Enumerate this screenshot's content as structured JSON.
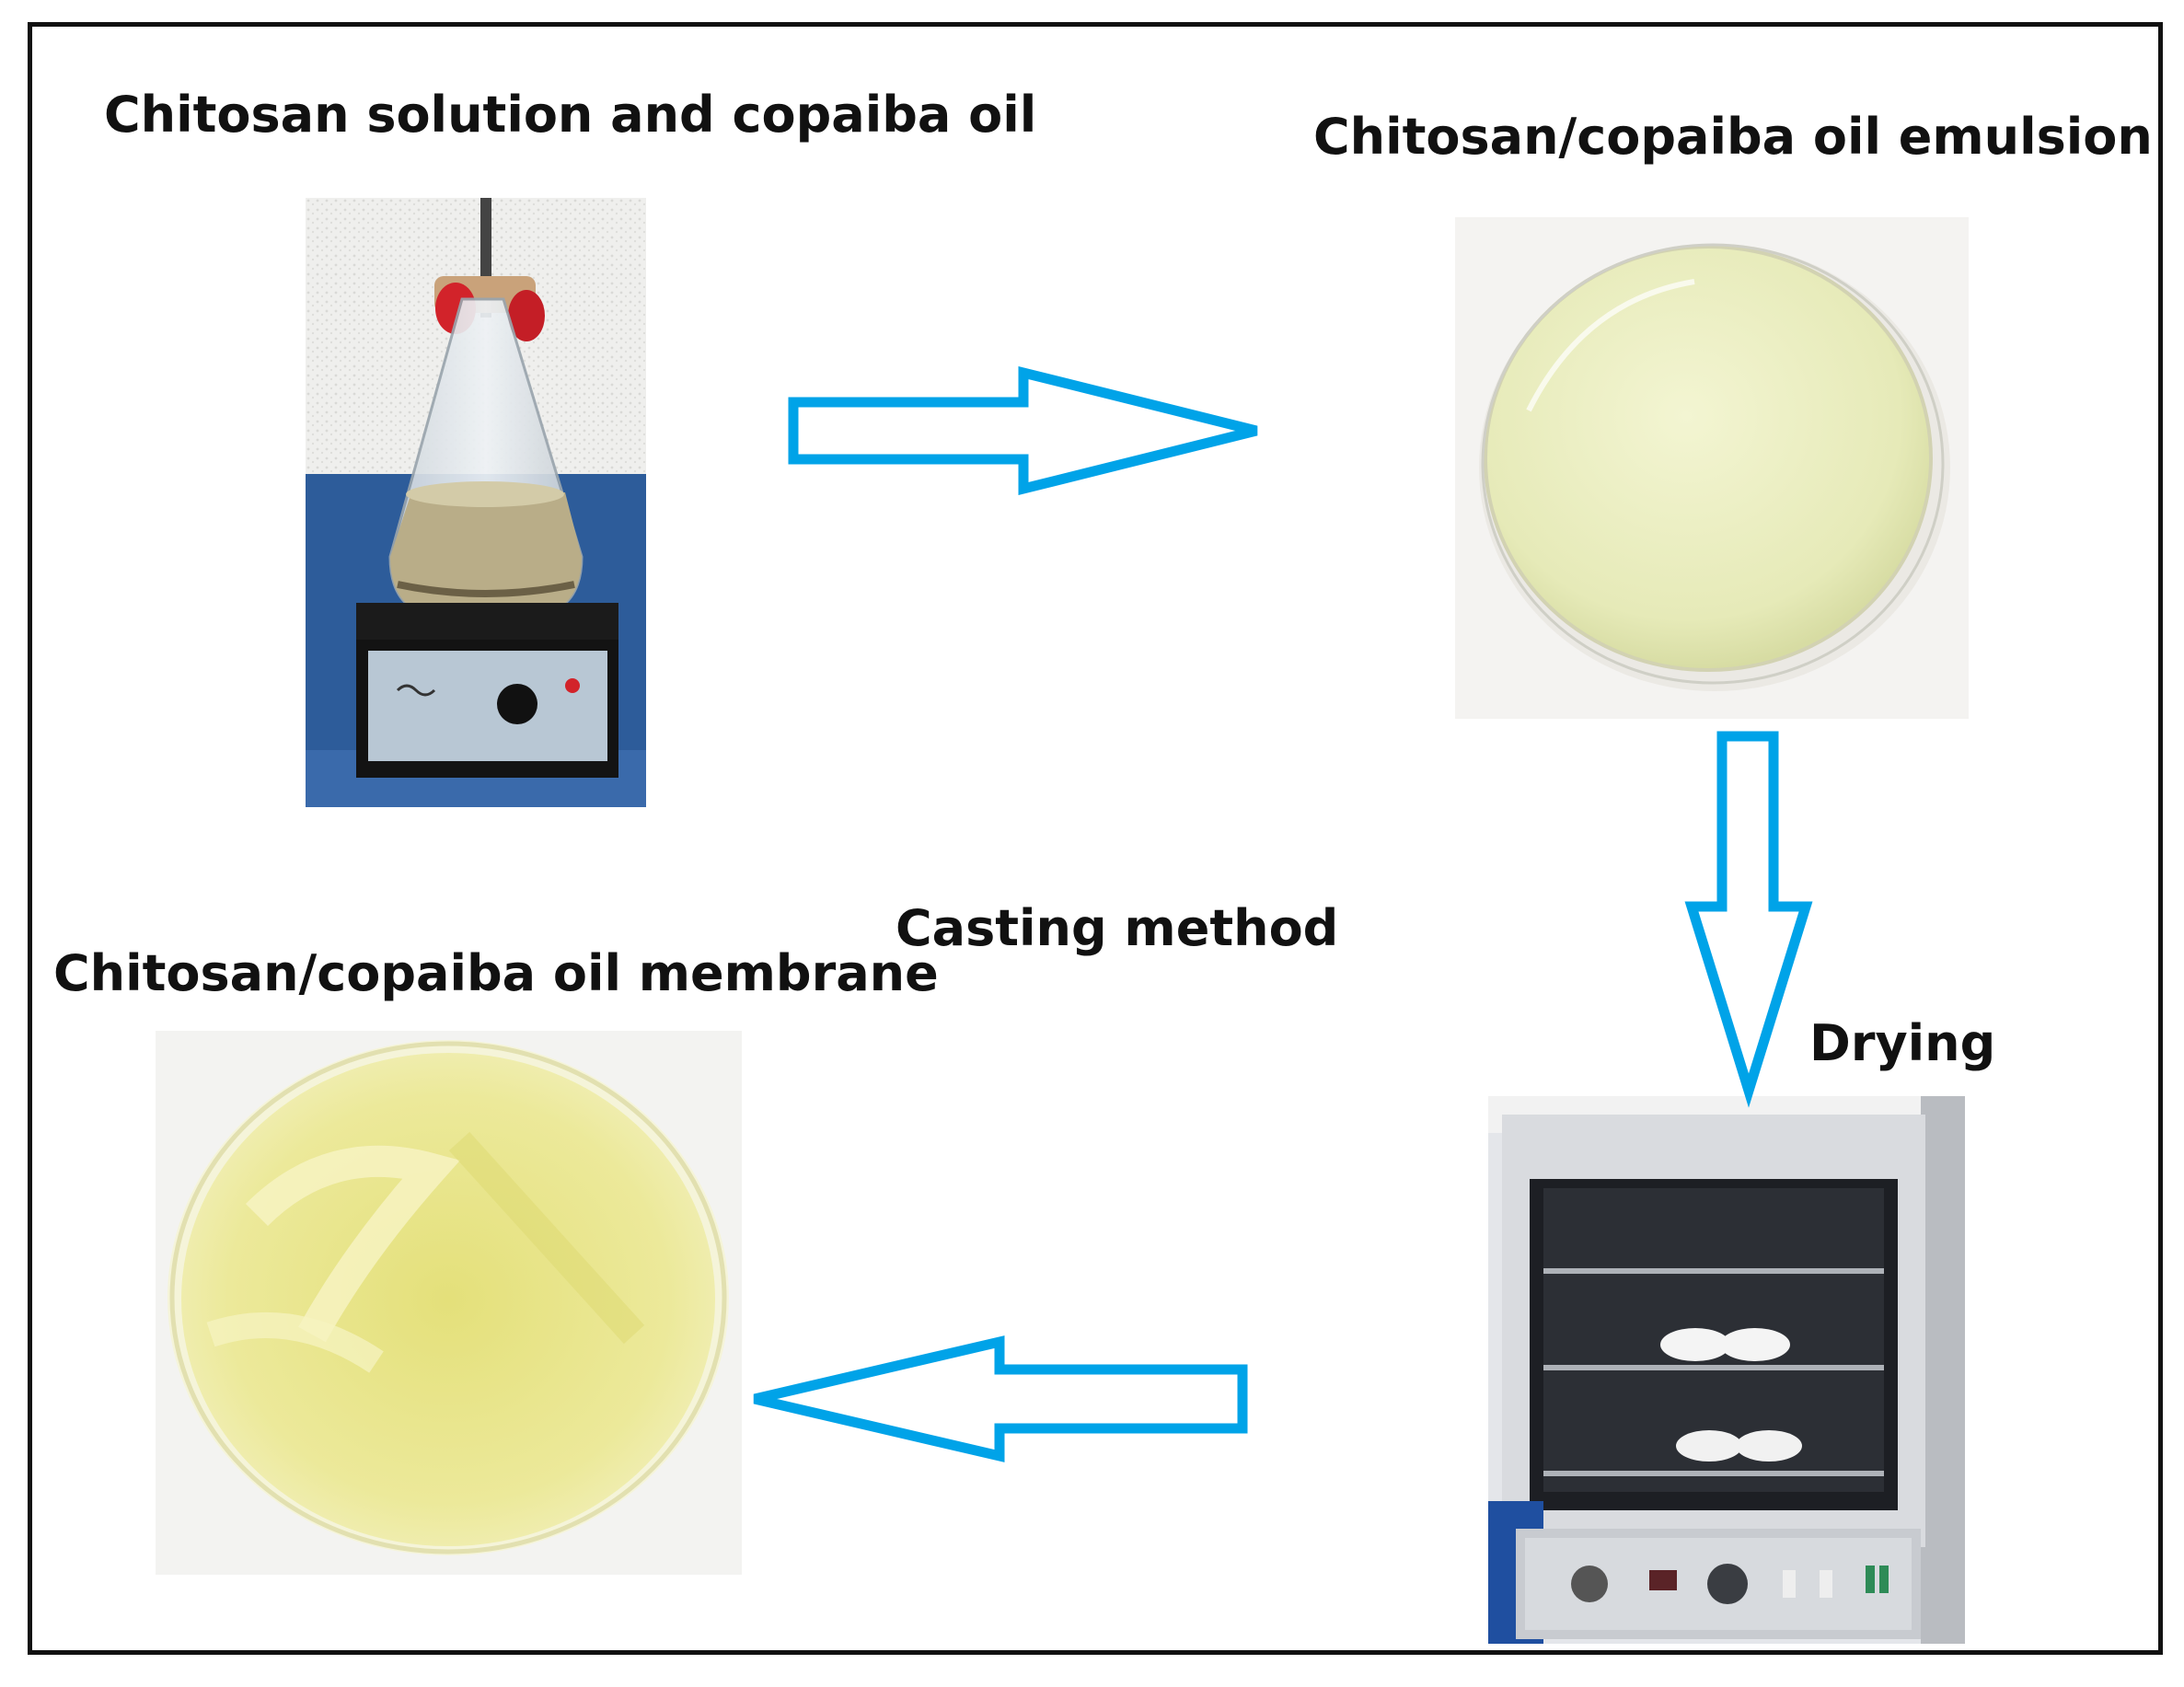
{
  "labels": {
    "step1": "Chitosan solution and copaiba oil",
    "step2": "Chitosan/copaiba oil emulsion",
    "step3": "Drying",
    "step4": "Casting method",
    "step5": "Chitosan/copaiba oil membrane"
  },
  "colors": {
    "arrow": "#00a3e8",
    "border": "#111111",
    "emulsion": "#ecefc4",
    "membrane": "#e8e68f"
  }
}
